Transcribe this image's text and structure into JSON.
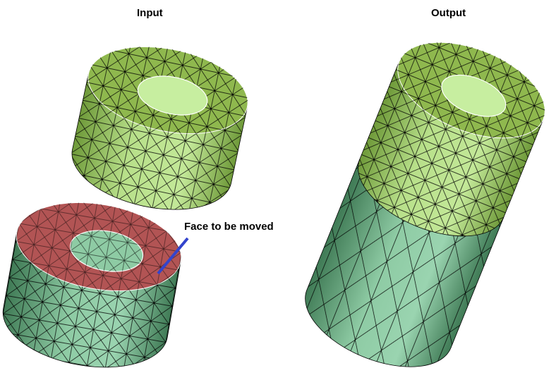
{
  "titles": {
    "input": "Input",
    "output": "Output"
  },
  "annotation": {
    "label": "Face to be moved",
    "arrow_color": "#3344cc"
  },
  "colors": {
    "light_green_top": "#8fb84e",
    "light_green_side": "#b8e08a",
    "sea_green_side": "#8ecba4",
    "sea_green_dark": "#4f8f68",
    "selected_face": "#b25454",
    "mesh": "#000000"
  }
}
